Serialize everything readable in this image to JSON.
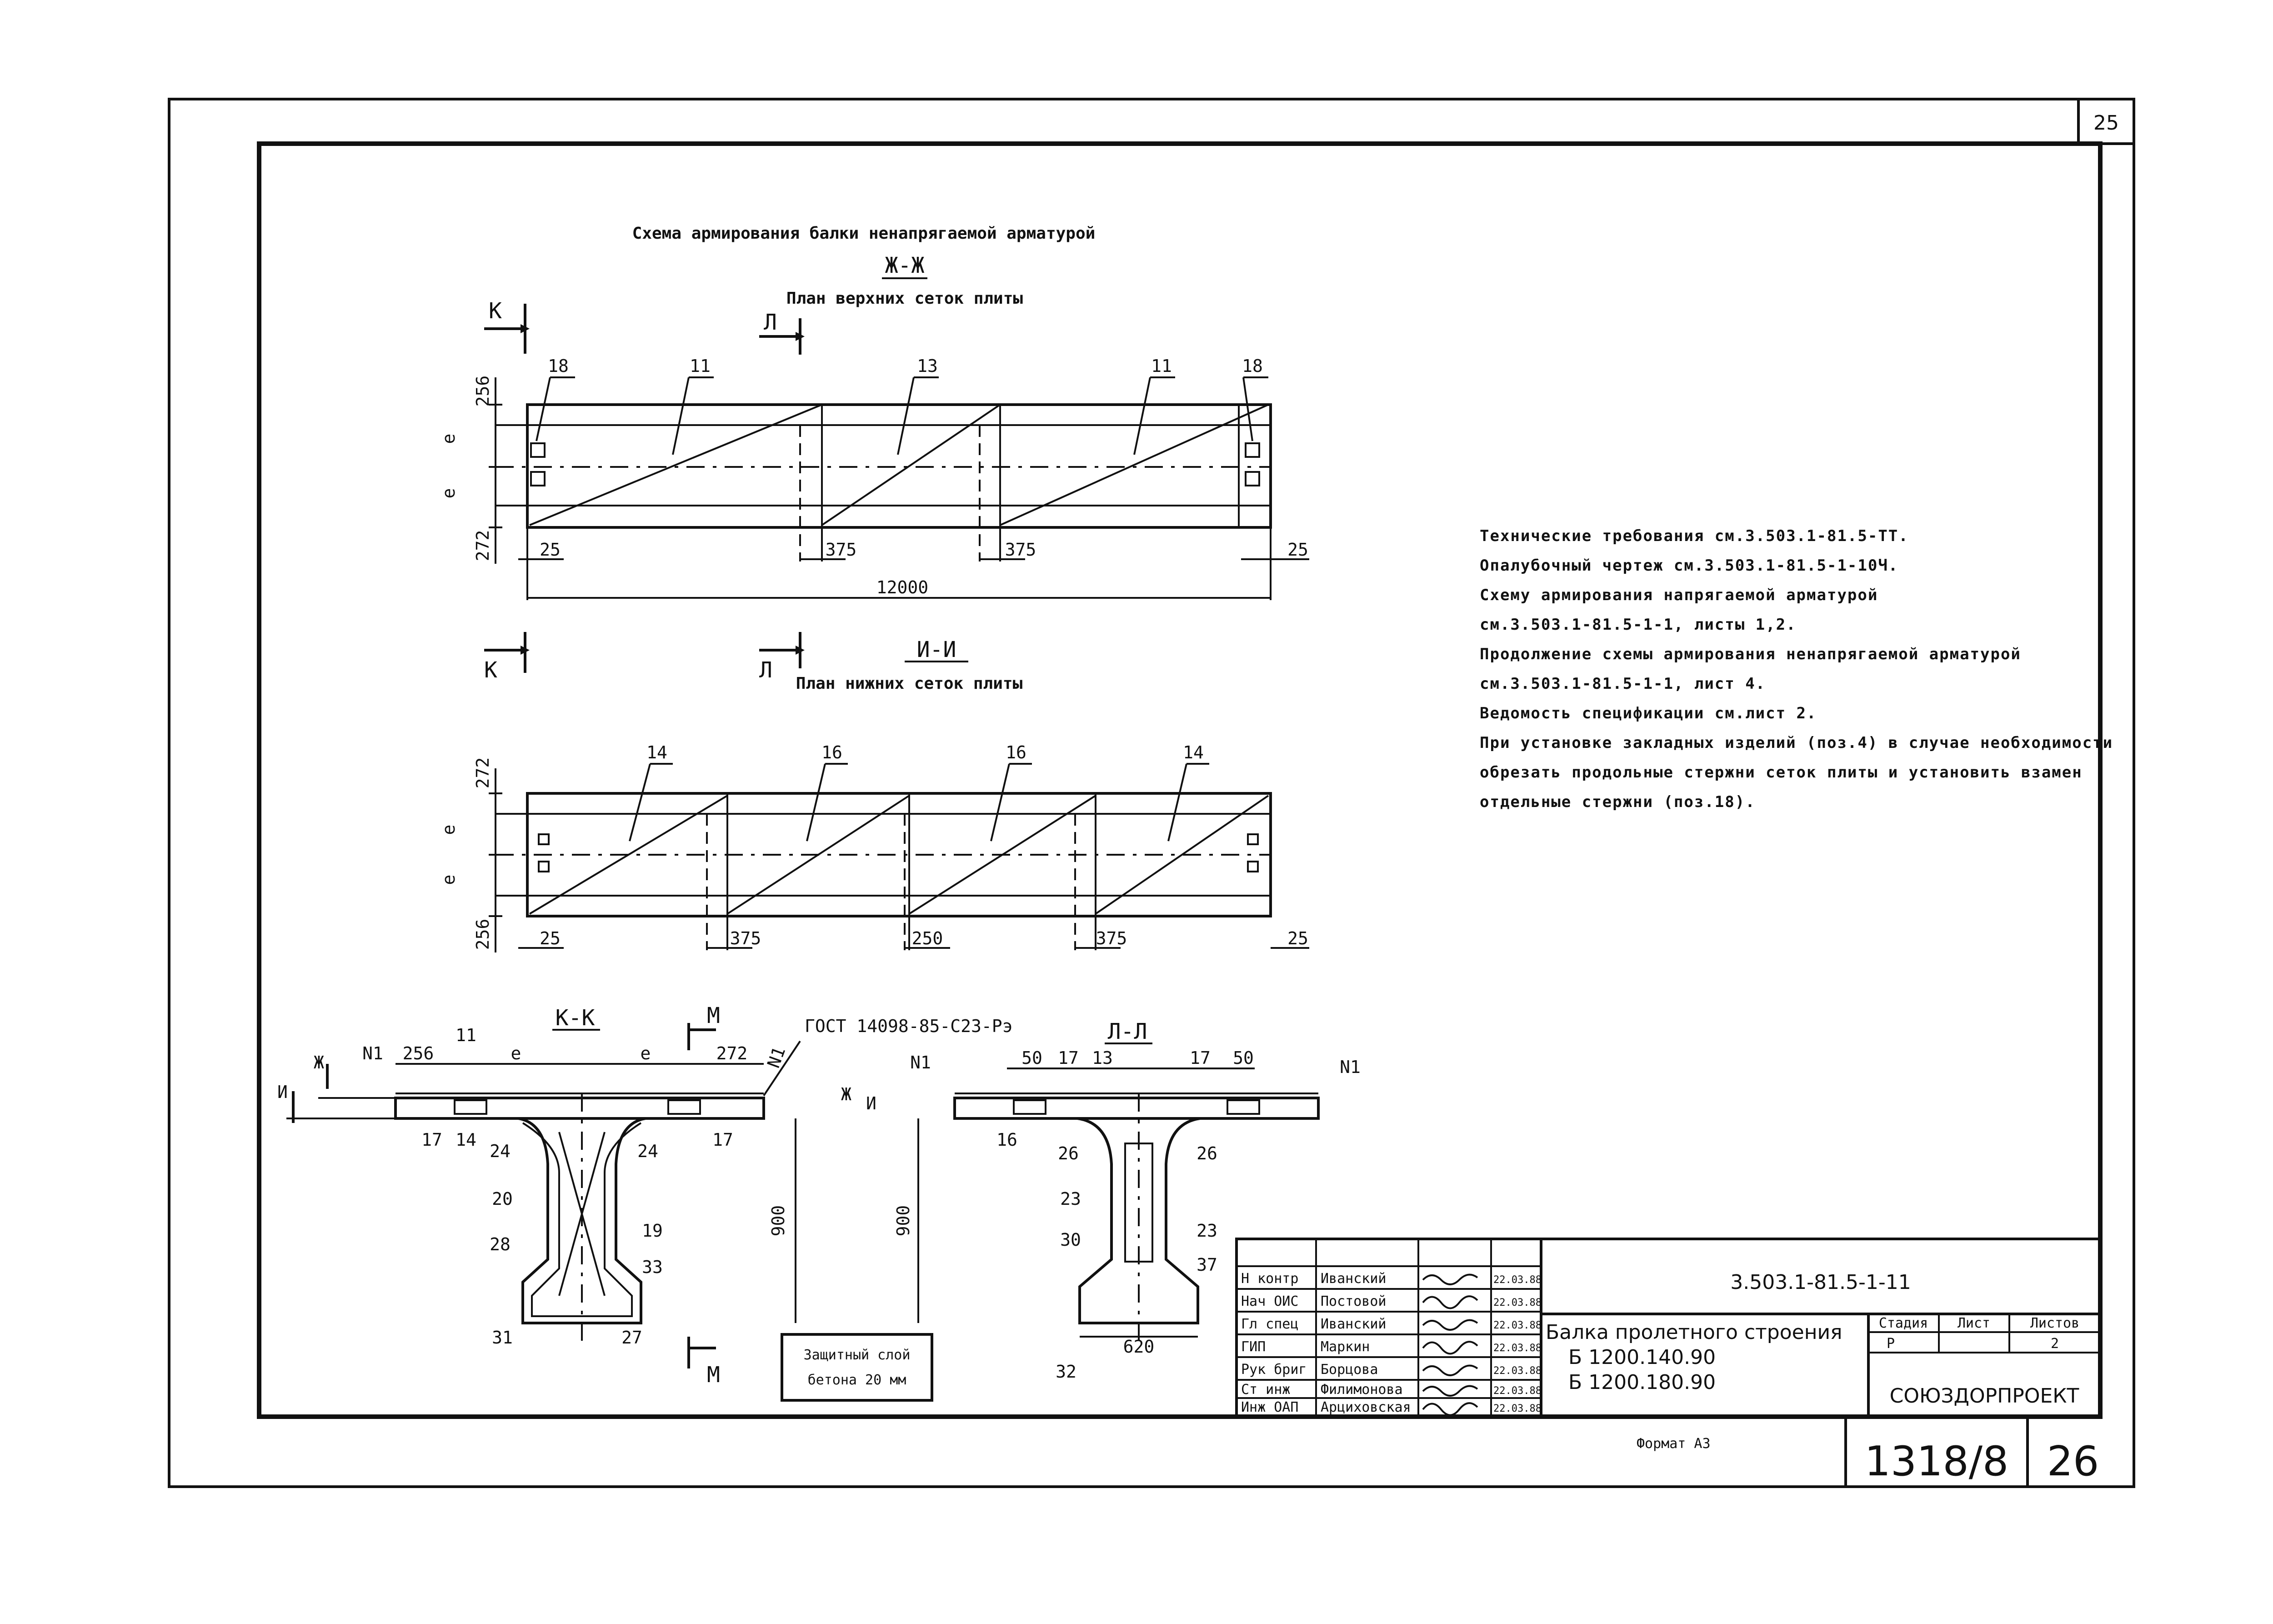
{
  "page_number_top": "25",
  "header": {
    "title": "Схема армирования балки ненапрягаемой арматурой",
    "section_zh": "Ж-Ж",
    "plan_top": "План верхних сеток плиты",
    "section_i": "И-И",
    "plan_bottom": "План нижних сеток плиты"
  },
  "top_plan": {
    "cut_k": "К",
    "cut_l": "Л",
    "callouts": [
      "18",
      "11",
      "13",
      "11",
      "18"
    ],
    "left_dims": [
      "256",
      "e",
      "e",
      "272"
    ],
    "bottom_dims": [
      "25",
      "375",
      "375",
      "25"
    ],
    "total": "12000"
  },
  "bottom_plan": {
    "callouts": [
      "14",
      "16",
      "16",
      "14"
    ],
    "left_dims": [
      "272",
      "e",
      "e",
      "256"
    ],
    "bottom_dims": [
      "25",
      "375",
      "250",
      "375",
      "25"
    ]
  },
  "section_kk": {
    "label": "К-К",
    "cut_m": "М",
    "gost": "ГОСТ 14098-85-С23-Рэ",
    "n1": "N1",
    "dims": [
      "256",
      "e",
      "e",
      "272"
    ],
    "height": "900",
    "cut_zh": "Ж",
    "cut_i": "И",
    "callouts": [
      "11",
      "17",
      "14",
      "24",
      "24",
      "17",
      "20",
      "19",
      "28",
      "33",
      "31",
      "27"
    ]
  },
  "section_ll": {
    "label": "Л-Л",
    "n1": "N1",
    "dims": [
      "50",
      "17",
      "13",
      "17",
      "50"
    ],
    "height": "900",
    "callouts": [
      "16",
      "26",
      "26",
      "23",
      "23",
      "30",
      "37",
      "32"
    ],
    "width": "620"
  },
  "protect_note": [
    "Защитный слой",
    "бетона 20 мм"
  ],
  "notes": [
    "Технические требования см.3.503.1-81.5-ТТ.",
    "Опалубочный чертеж см.3.503.1-81.5-1-10Ч.",
    "Схему армирования напрягаемой арматурой",
    "см.3.503.1-81.5-1-1, листы 1,2.",
    "Продолжение схемы армирования ненапрягаемой арматурой",
    "см.3.503.1-81.5-1-1, лист 4.",
    "Ведомость спецификации см.лист 2.",
    "При установке закладных изделий (поз.4) в случае необходимости",
    "обрезать продольные стержни сеток плиты и установить взамен",
    "отдельные стержни (поз.18)."
  ],
  "title_block": {
    "rows": [
      {
        "role": "Н контр",
        "name": "Иванский",
        "date": "22.03.88"
      },
      {
        "role": "Нач ОИС",
        "name": "Постовой",
        "date": "22.03.88"
      },
      {
        "role": "Гл спец",
        "name": "Иванский",
        "date": "22.03.88"
      },
      {
        "role": "ГИП",
        "name": "Маркин",
        "date": "22.03.88"
      },
      {
        "role": "Рук бриг",
        "name": "Борцова",
        "date": "22.03.88"
      },
      {
        "role": "Ст инж",
        "name": "Филимонова",
        "date": "22.03.88"
      },
      {
        "role": "Инж ОАП",
        "name": "Арциховская",
        "date": "22.03.88"
      }
    ],
    "doc_code": "3.503.1-81.5-1-11",
    "name_line1": "Балка пролетного строения",
    "name_line2": "Б 1200.140.90",
    "name_line3": "Б 1200.180.90",
    "stage_h": "Стадия",
    "sheet_h": "Лист",
    "sheets_h": "Листов",
    "stage": "Р",
    "sheets": "2",
    "org": "СОЮЗДОРПРОЕКТ",
    "format": "Формат А3",
    "inv": "1318/8",
    "page": "26"
  }
}
